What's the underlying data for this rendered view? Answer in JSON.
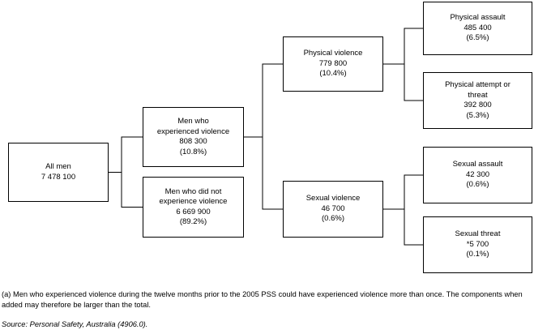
{
  "figure": {
    "description": "Tree diagram of men's experience of violence, 2005 PSS",
    "colors": {
      "line": "#000000",
      "text": "#000000",
      "background": "#ffffff"
    },
    "nodes": {
      "all_men": {
        "lines": [
          "All men",
          "7 478 100"
        ]
      },
      "experienced": {
        "lines": [
          "Men who",
          "experienced violence",
          "808 300",
          "(10.8%)"
        ]
      },
      "not_experienced": {
        "lines": [
          "Men who did not",
          "experience violence",
          "6 669 900",
          "(89.2%)"
        ]
      },
      "physical_violence": {
        "lines": [
          "Physical violence",
          "779 800",
          "(10.4%)"
        ]
      },
      "sexual_violence": {
        "lines": [
          "Sexual violence",
          "46 700",
          "(0.6%)"
        ]
      },
      "physical_assault": {
        "lines": [
          "Physical assault",
          "485 400",
          "(6.5%)"
        ]
      },
      "physical_attempt_or_threat": {
        "lines": [
          "Physical attempt or",
          "threat",
          "392 800",
          "(5.3%)"
        ]
      },
      "sexual_assault": {
        "lines": [
          "Sexual assault",
          "42 300",
          "(0.6%)"
        ]
      },
      "sexual_threat": {
        "lines": [
          "Sexual threat",
          "*5 700",
          "(0.1%)"
        ]
      }
    },
    "edges": [
      {
        "from": "all_men",
        "to": "experienced"
      },
      {
        "from": "all_men",
        "to": "not_experienced"
      },
      {
        "from": "experienced",
        "to": "physical_violence"
      },
      {
        "from": "experienced",
        "to": "sexual_violence"
      },
      {
        "from": "physical_violence",
        "to": "physical_assault"
      },
      {
        "from": "physical_violence",
        "to": "physical_attempt_or_threat"
      },
      {
        "from": "sexual_violence",
        "to": "sexual_assault"
      },
      {
        "from": "sexual_violence",
        "to": "sexual_threat"
      }
    ],
    "footnote": "(a) Men who experienced violence during the twelve months prior to the 2005 PSS could have experienced violence more than once. The components when added may therefore be larger than the total.",
    "source": "Source: Personal Safety, Australia (4906.0)."
  }
}
